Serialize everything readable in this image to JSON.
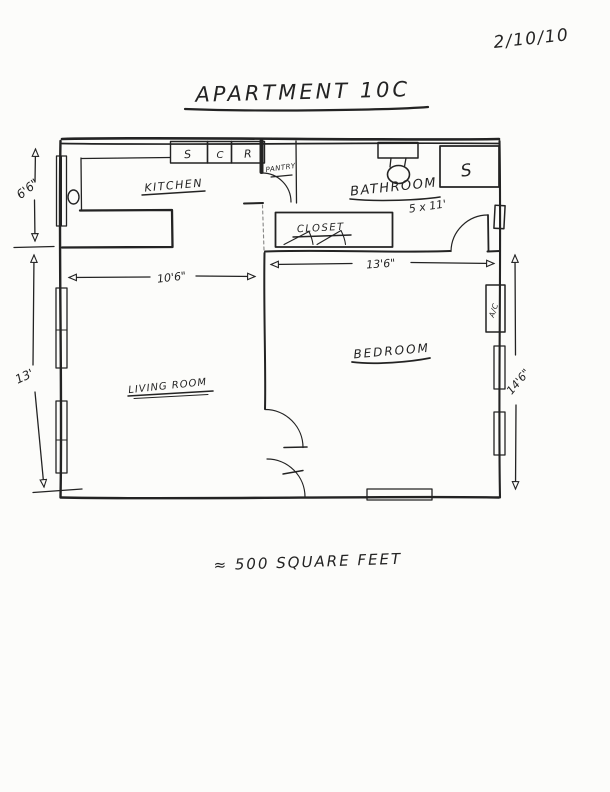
{
  "page": {
    "date": "2/10/10",
    "title": "APARTMENT 10C",
    "footer": "≈ 500  SQUARE FEET"
  },
  "plan": {
    "rooms": {
      "kitchen": "KITCHEN",
      "pantry": "PANTRY",
      "bathroom": "BATHROOM",
      "bathroom_size": "5 x 11'",
      "closet": "CLOSET",
      "living_room": "LIVING ROOM",
      "bedroom": "BEDROOM"
    },
    "appliances": {
      "counter_sink": "S",
      "counter_cooktop": "C",
      "counter_refrigerator": "R",
      "shower": "S",
      "ac_unit": "A/C"
    },
    "dimensions": {
      "kitchen_side_height": "6'6\"",
      "living_side_height": "13'",
      "living_width": "10'6\"",
      "bedroom_width": "13'6\"",
      "bedroom_side_height": "14'6\""
    },
    "colors": {
      "ink": "#232323",
      "paper": "#fcfcfa"
    }
  }
}
